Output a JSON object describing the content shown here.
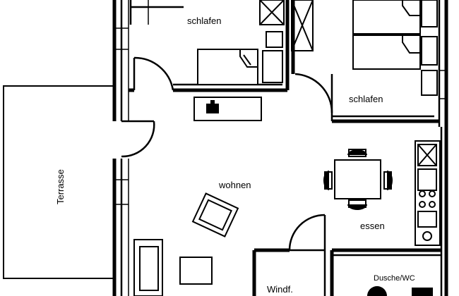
{
  "rooms": {
    "schlafen_1": "schlafen",
    "schlafen_2": "schlafen",
    "terrasse": "Terrasse",
    "wohnen": "wohnen",
    "essen": "essen",
    "dusche_wc": "Dusche/WC",
    "windfang": "Windf."
  }
}
